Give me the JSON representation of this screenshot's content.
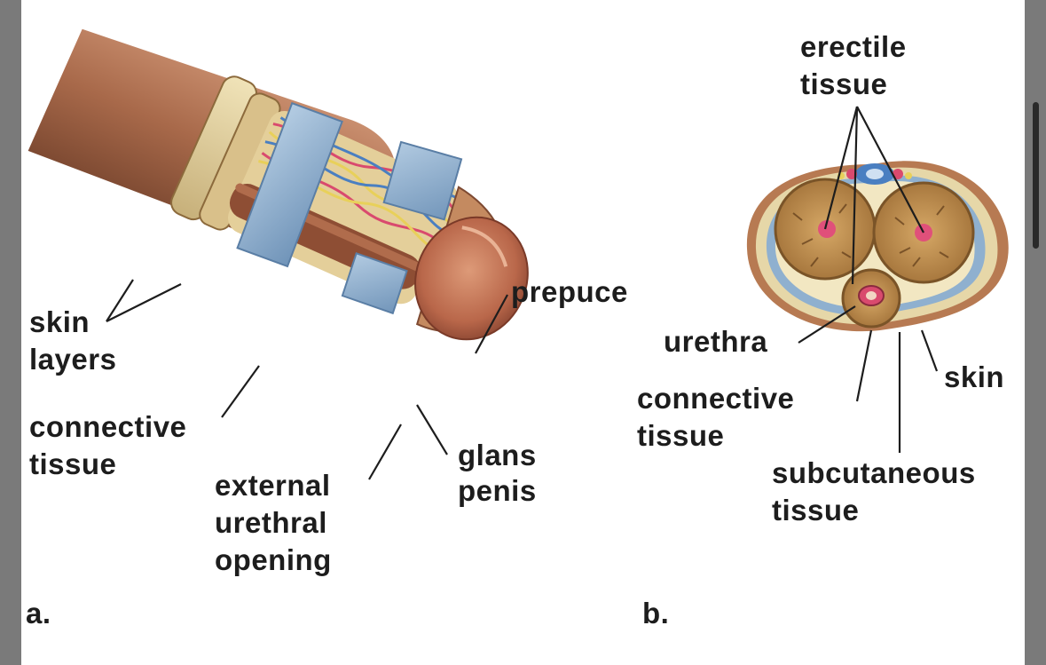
{
  "panel_a": {
    "letter": "a.",
    "labels": {
      "skin": "skin",
      "layers": "layers",
      "connective": "connective",
      "tissue": "tissue",
      "external": "external",
      "urethral": "urethral",
      "opening": "opening",
      "glans": "glans",
      "penis": "penis",
      "prepuce": "prepuce"
    }
  },
  "panel_b": {
    "letter": "b.",
    "labels": {
      "erectile": "erectile",
      "erectile_tissue": "tissue",
      "urethra": "urethra",
      "connective": "connective",
      "connective_tissue": "tissue",
      "skin": "skin",
      "subcutaneous": "subcutaneous",
      "subcutaneous_tissue": "tissue"
    }
  },
  "colors": {
    "skin": "#a8694a",
    "connective_tissue": "#8fb0cf",
    "subcutaneous": "#e6d7a8",
    "erectile_tissue": "#b88648",
    "glans": "#c57957",
    "vessel_red": "#d94a6e",
    "vessel_blue": "#4a7fc1",
    "nerve_yellow": "#e8d05a"
  }
}
